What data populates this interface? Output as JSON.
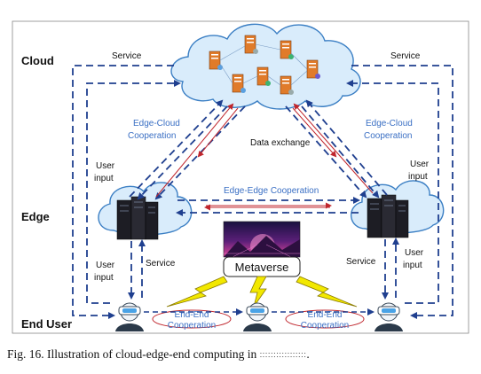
{
  "diagram": {
    "tiers": {
      "cloud": "Cloud",
      "edge": "Edge",
      "end_user": "End User"
    },
    "edges": {
      "service_left": "Service",
      "service_right": "Service",
      "edge_cloud_left": [
        "Edge-Cloud",
        "Cooperation"
      ],
      "edge_cloud_right": [
        "Edge-Cloud",
        "Cooperation"
      ],
      "data_exchange": "Data exchange",
      "user_input_left_upper": [
        "User",
        "input"
      ],
      "user_input_right_upper": [
        "User",
        "input"
      ],
      "edge_edge": "Edge-Edge Cooperation",
      "user_input_left_lower": [
        "User",
        "input"
      ],
      "service_lower_left": "Service",
      "service_lower_right": "Service",
      "user_input_right_lower": [
        "User",
        "input"
      ],
      "end_end_left": [
        "End-End",
        "Cooperation"
      ],
      "end_end_right": [
        "End-End",
        "Cooperation"
      ]
    },
    "metaverse": "Metaverse"
  },
  "caption": {
    "prefix": "Fig. 16.  Illustration of cloud-edge-end computing in",
    "obscured": "∶∶∶∶∶∶∶∶∶∶∶∶∶∶∶∶∶",
    "suffix": "."
  },
  "colors": {
    "dark_blue": "#1f3f8f",
    "coop_blue": "#3a6fc4",
    "red": "#c0262d",
    "cloud_fill": "#d9ecfb",
    "server_orange": "#e07b2a",
    "lightning": "#f2e800"
  }
}
